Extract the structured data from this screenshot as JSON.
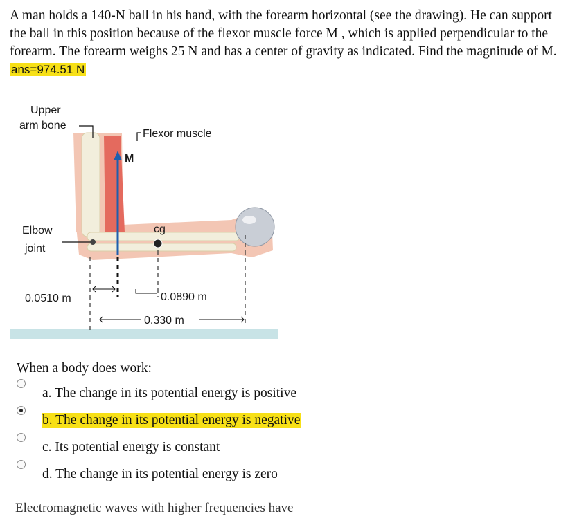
{
  "problem": {
    "text": "A man holds a 140-N ball in his hand, with the forearm horizontal (see the drawing). He can support the ball in this position because of the flexor muscle force M , which is applied perpendicular to the forearm. The forearm weighs 25 N and has a center of gravity as indicated. Find the magnitude of M.",
    "answer": "ans=974.51 N"
  },
  "figure": {
    "upper_arm_line1": "Upper",
    "upper_arm_line2": "arm bone",
    "flexor_label": "Flexor muscle",
    "force_label": "M",
    "elbow_line1": "Elbow",
    "elbow_line2": "joint",
    "cg_label": "cg",
    "dim_1": "0.0510 m",
    "dim_2": "0.0890 m",
    "dim_3": "0.330 m",
    "colors": {
      "arrow": "#1f5fae",
      "skin": "#f3c6b4",
      "muscle": "#e46a5e",
      "bone": "#f2eedc",
      "floor": "#c8e3e6"
    }
  },
  "question": {
    "prompt": "When a body does work:",
    "options": [
      {
        "label": "a. The change in its potential energy is positive",
        "selected": false
      },
      {
        "label": "b. The change in its potential energy is negative",
        "selected": true
      },
      {
        "label": "c. Its potential energy is constant",
        "selected": false
      },
      {
        "label": "d. The change in its potential energy is zero",
        "selected": false
      }
    ]
  },
  "cutoff_text": "Electromagnetic waves with higher frequencies have"
}
